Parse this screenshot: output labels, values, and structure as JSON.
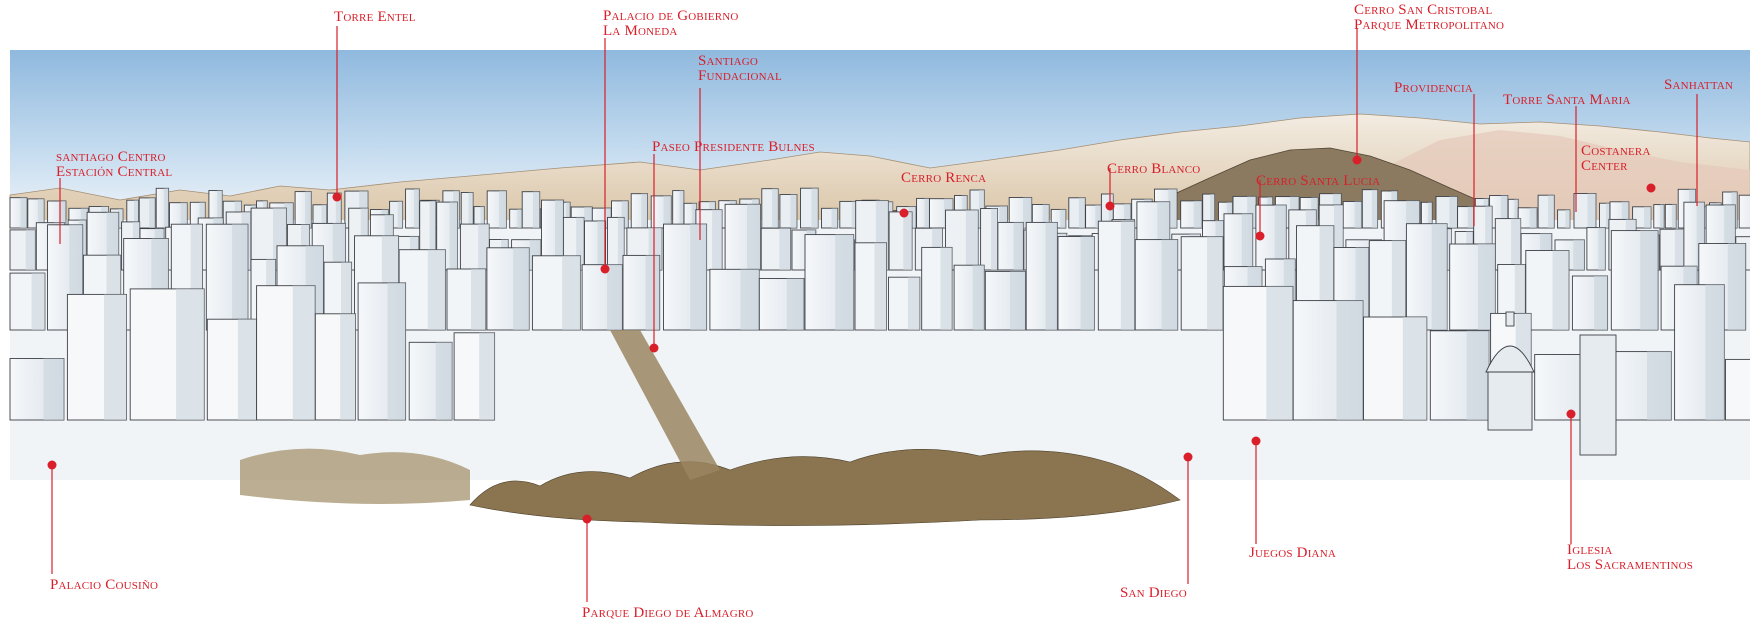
{
  "colors": {
    "accent": "#d81f2a",
    "sky": "#a9cbe6",
    "mountains": "#e7d9c6",
    "hills": "#8c7b62",
    "buildings": "#ecf0f3",
    "trees": "#8a7550"
  },
  "labels": [
    {
      "id": "torre-entel",
      "lines": [
        "Torre Entel"
      ]
    },
    {
      "id": "palacio-gobierno",
      "lines": [
        "Palacio de Gobierno",
        "La Moneda"
      ]
    },
    {
      "id": "santiago-fundacional",
      "lines": [
        "Santiago",
        "Fundacional"
      ]
    },
    {
      "id": "paseo-bulnes",
      "lines": [
        "Paseo Presidente Bulnes"
      ]
    },
    {
      "id": "cerro-renca",
      "lines": [
        "Cerro Renca"
      ]
    },
    {
      "id": "cerro-blanco",
      "lines": [
        "Cerro Blanco"
      ]
    },
    {
      "id": "cerro-santa-lucia",
      "lines": [
        "Cerro Santa Lucia"
      ]
    },
    {
      "id": "cerro-san-cristobal",
      "lines": [
        "Cerro San Cristobal",
        "Parque Metropolitano"
      ]
    },
    {
      "id": "providencia",
      "lines": [
        "Providencia"
      ]
    },
    {
      "id": "torre-santa-maria",
      "lines": [
        "Torre Santa Maria"
      ]
    },
    {
      "id": "sanhattan",
      "lines": [
        "Sanhattan"
      ]
    },
    {
      "id": "costanera-center",
      "lines": [
        "Costanera",
        "Center"
      ]
    },
    {
      "id": "santiago-centro",
      "lines": [
        "santiago Centro",
        "Estación Central"
      ]
    },
    {
      "id": "palacio-cousino",
      "lines": [
        "Palacio Cousiño"
      ]
    },
    {
      "id": "parque-almagro",
      "lines": [
        "Parque Diego de Almagro"
      ]
    },
    {
      "id": "san-diego",
      "lines": [
        "San Diego"
      ]
    },
    {
      "id": "juegos-diana",
      "lines": [
        "Juegos Diana"
      ]
    },
    {
      "id": "iglesia-sacramentinos",
      "lines": [
        "Iglesia",
        "Los Sacramentinos"
      ]
    }
  ]
}
